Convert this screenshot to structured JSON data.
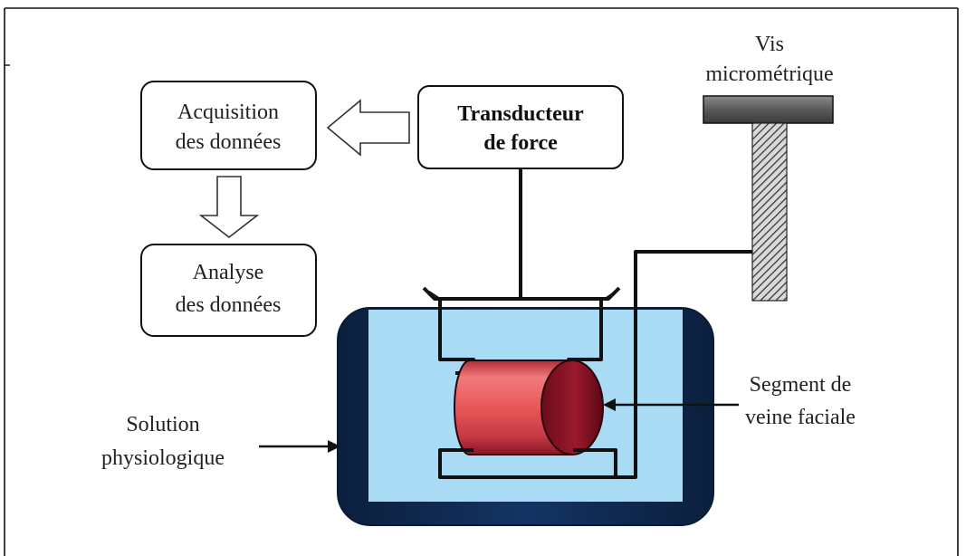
{
  "diagram": {
    "boxes": {
      "acquisition": {
        "line1": "Acquisition",
        "line2": "des données"
      },
      "analyse": {
        "line1": "Analyse",
        "line2": "des données"
      },
      "transducteur": {
        "line1": "Transducteur",
        "line2": "de force"
      }
    },
    "labels": {
      "vis": {
        "line1": "Vis",
        "line2": "micrométrique"
      },
      "segment": {
        "line1": "Segment de",
        "line2": "veine faciale"
      },
      "solution": {
        "line1": "Solution",
        "line2": "physiologique"
      }
    },
    "colors": {
      "bath_outer": "#0f2a4f",
      "bath_inner": "#a9dcf4",
      "vein_light": "#ee6060",
      "vein_dark": "#7a0f1f",
      "screw_gray": "#5f5f5f",
      "frame_line": "#111111"
    }
  }
}
